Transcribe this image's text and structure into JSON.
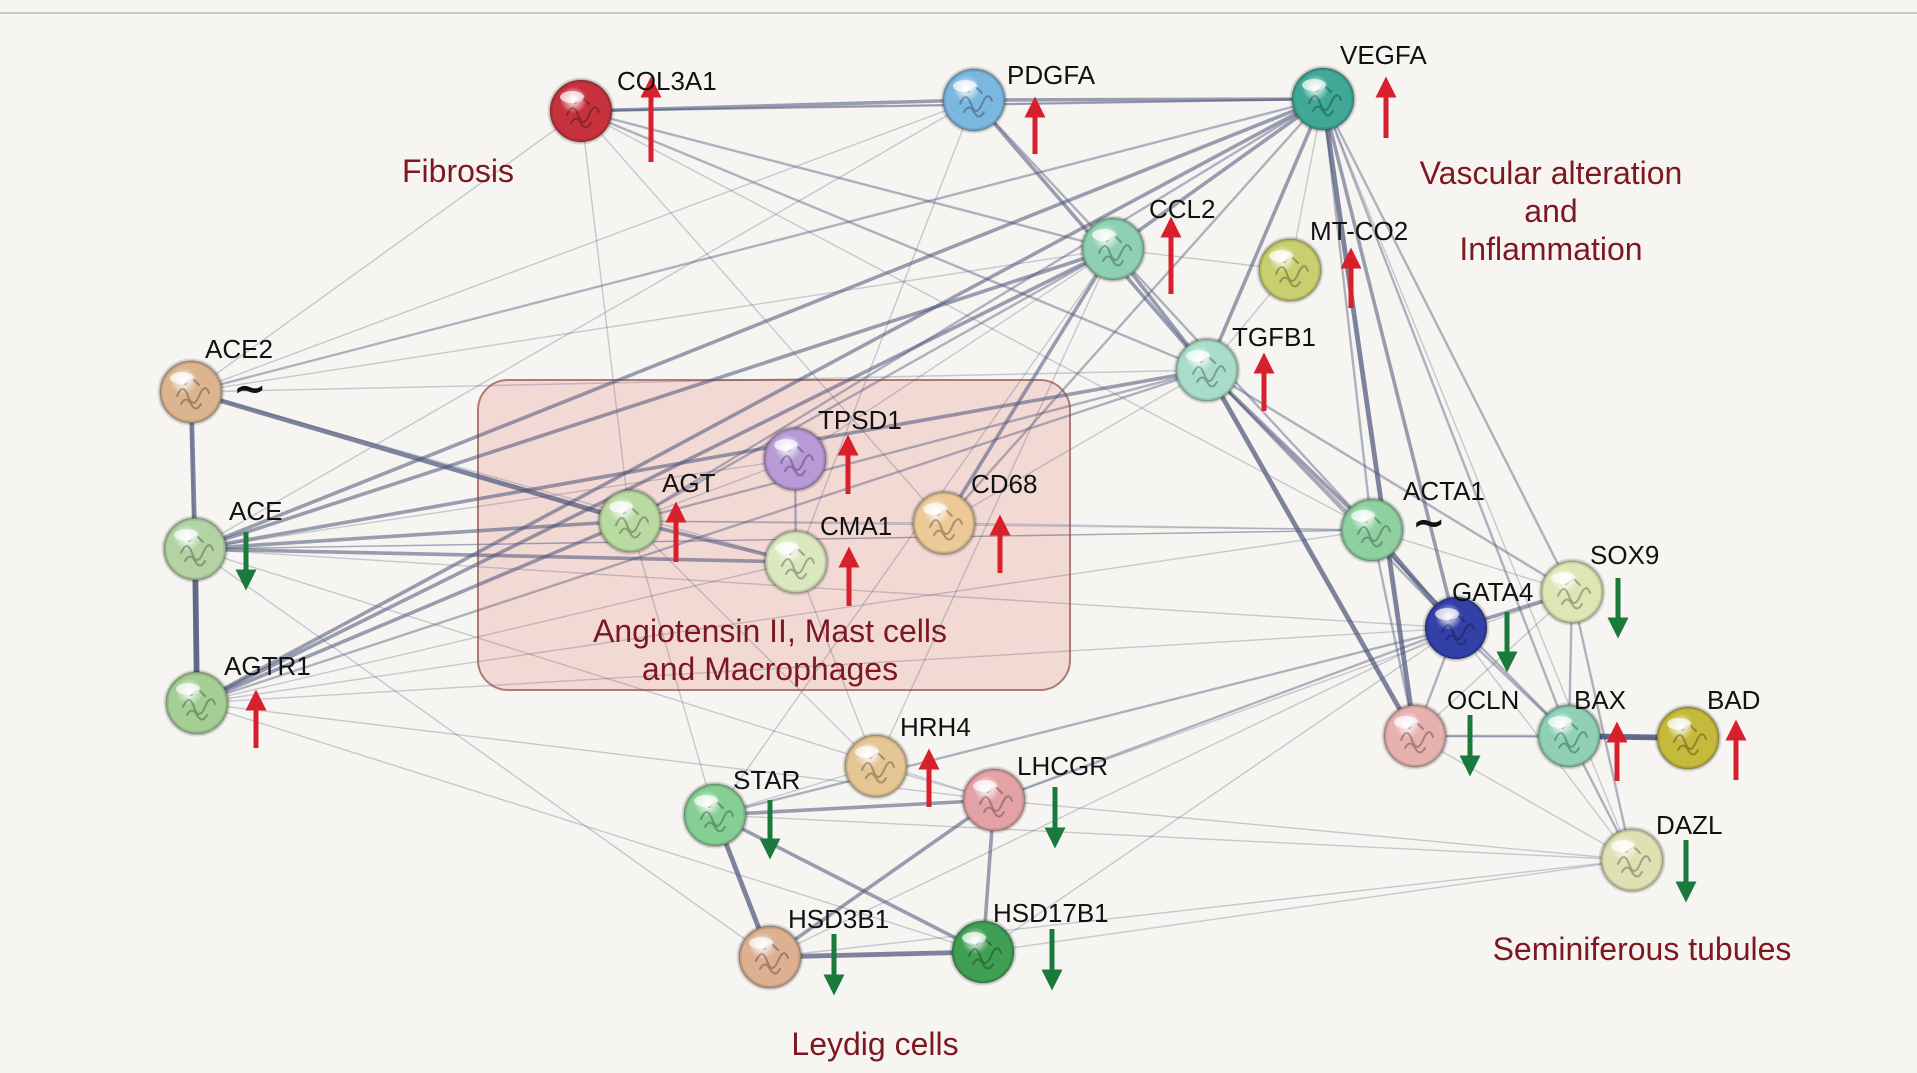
{
  "groups": {
    "fibrosis": "Fibrosis",
    "vascular_line1": "Vascular alteration",
    "vascular_line2": "and",
    "vascular_line3": "Inflammation",
    "angiotensin_line1": "Angiotensin II, Mast cells",
    "angiotensin_line2": "and Macrophages",
    "seminiferous": "Seminiferous tubules",
    "leydig": "Leydig cells"
  },
  "nodes": {
    "col3a1": "COL3A1",
    "pdgfa": "PDGFA",
    "vegfa": "VEGFA",
    "ccl2": "CCL2",
    "mtco2": "MT-CO2",
    "tgfb1": "TGFB1",
    "ace2": "ACE2",
    "ace": "ACE",
    "agtr1": "AGTR1",
    "tpsd1": "TPSD1",
    "agt": "AGT",
    "cma1": "CMA1",
    "cd68": "CD68",
    "acta1": "ACTA1",
    "sox9": "SOX9",
    "gata4": "GATA4",
    "ocln": "OCLN",
    "bax": "BAX",
    "bad": "BAD",
    "dazl": "DAZL",
    "hrh4": "HRH4",
    "star": "STAR",
    "lhcgr": "LHCGR",
    "hsd3b1": "HSD3B1",
    "hsd17b1": "HSD17B1"
  },
  "markers": {
    "ace2": "~",
    "acta1": "~"
  },
  "regulation": {
    "col3a1": "up",
    "pdgfa": "up",
    "vegfa": "up",
    "ccl2": "up",
    "mtco2": "up",
    "tgfb1": "up",
    "ace2": "unchanged",
    "ace": "down",
    "agtr1": "up",
    "tpsd1": "up",
    "agt": "up",
    "cma1": "up",
    "cd68": "up",
    "acta1": "unchanged",
    "sox9": "down",
    "gata4": "down",
    "ocln": "down",
    "bax": "up",
    "bad": "up",
    "dazl": "down",
    "hrh4": "up",
    "star": "down",
    "lhcgr": "down",
    "hsd3b1": "down",
    "hsd17b1": "down"
  },
  "colors": {
    "up_arrow": "#d8202c",
    "down_arrow": "#1a7a3c",
    "group_label": "#7e1820",
    "edge": "#4a5278",
    "background": "#f6f5f2"
  }
}
